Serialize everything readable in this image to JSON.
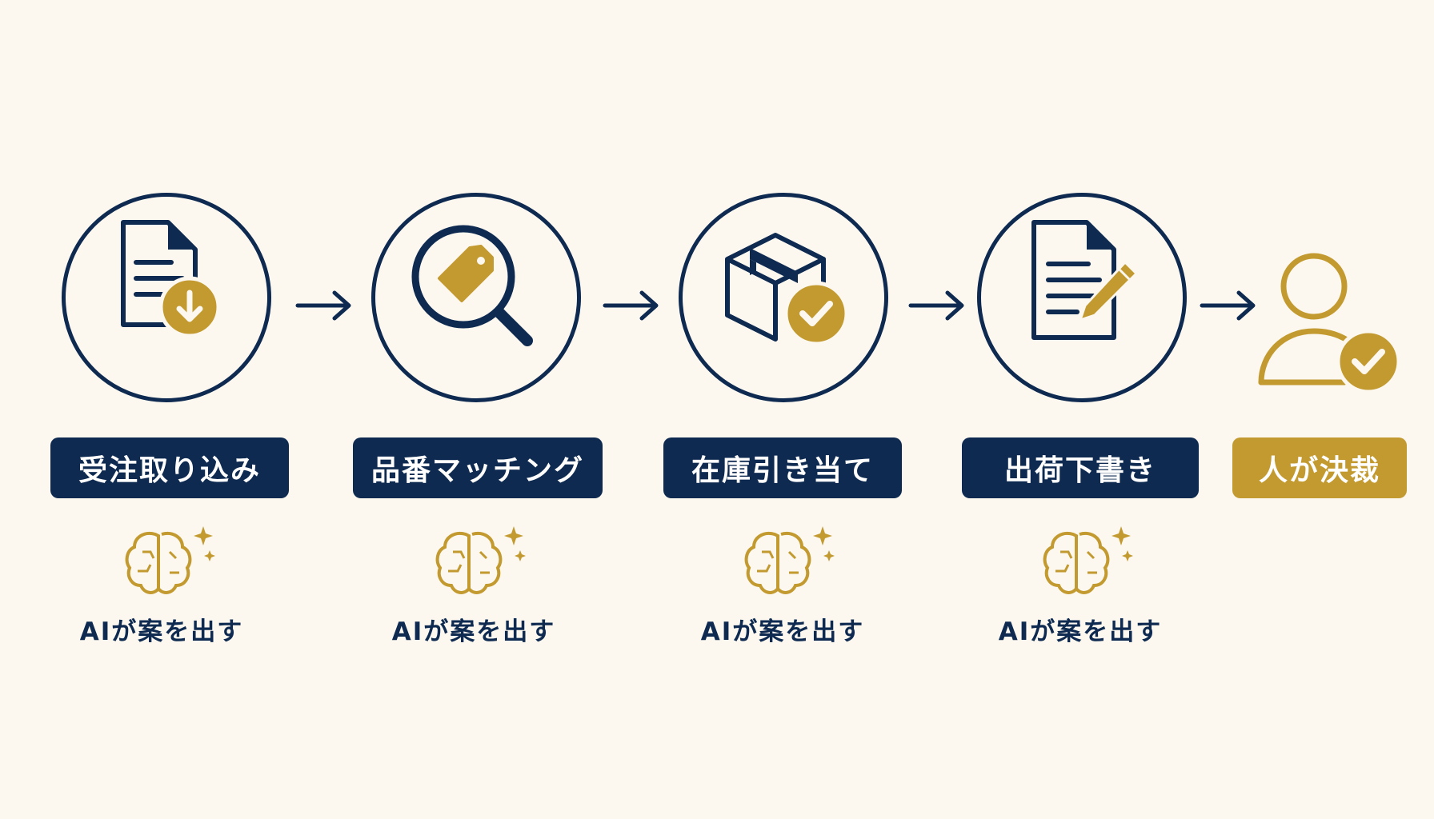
{
  "steps": [
    {
      "label": "受注取り込み",
      "icon": "document-download-icon",
      "ai_caption": "AIが案を出す"
    },
    {
      "label": "品番マッチング",
      "icon": "search-tag-icon",
      "ai_caption": "AIが案を出す"
    },
    {
      "label": "在庫引き当て",
      "icon": "box-check-icon",
      "ai_caption": "AIが案を出す"
    },
    {
      "label": "出荷下書き",
      "icon": "document-edit-icon",
      "ai_caption": "AIが案を出す"
    }
  ],
  "final_step": {
    "label": "人が決裁",
    "icon": "person-check-icon"
  },
  "colors": {
    "navy": "#0e2a50",
    "gold": "#c39a2f",
    "background": "#fcf8f0"
  }
}
